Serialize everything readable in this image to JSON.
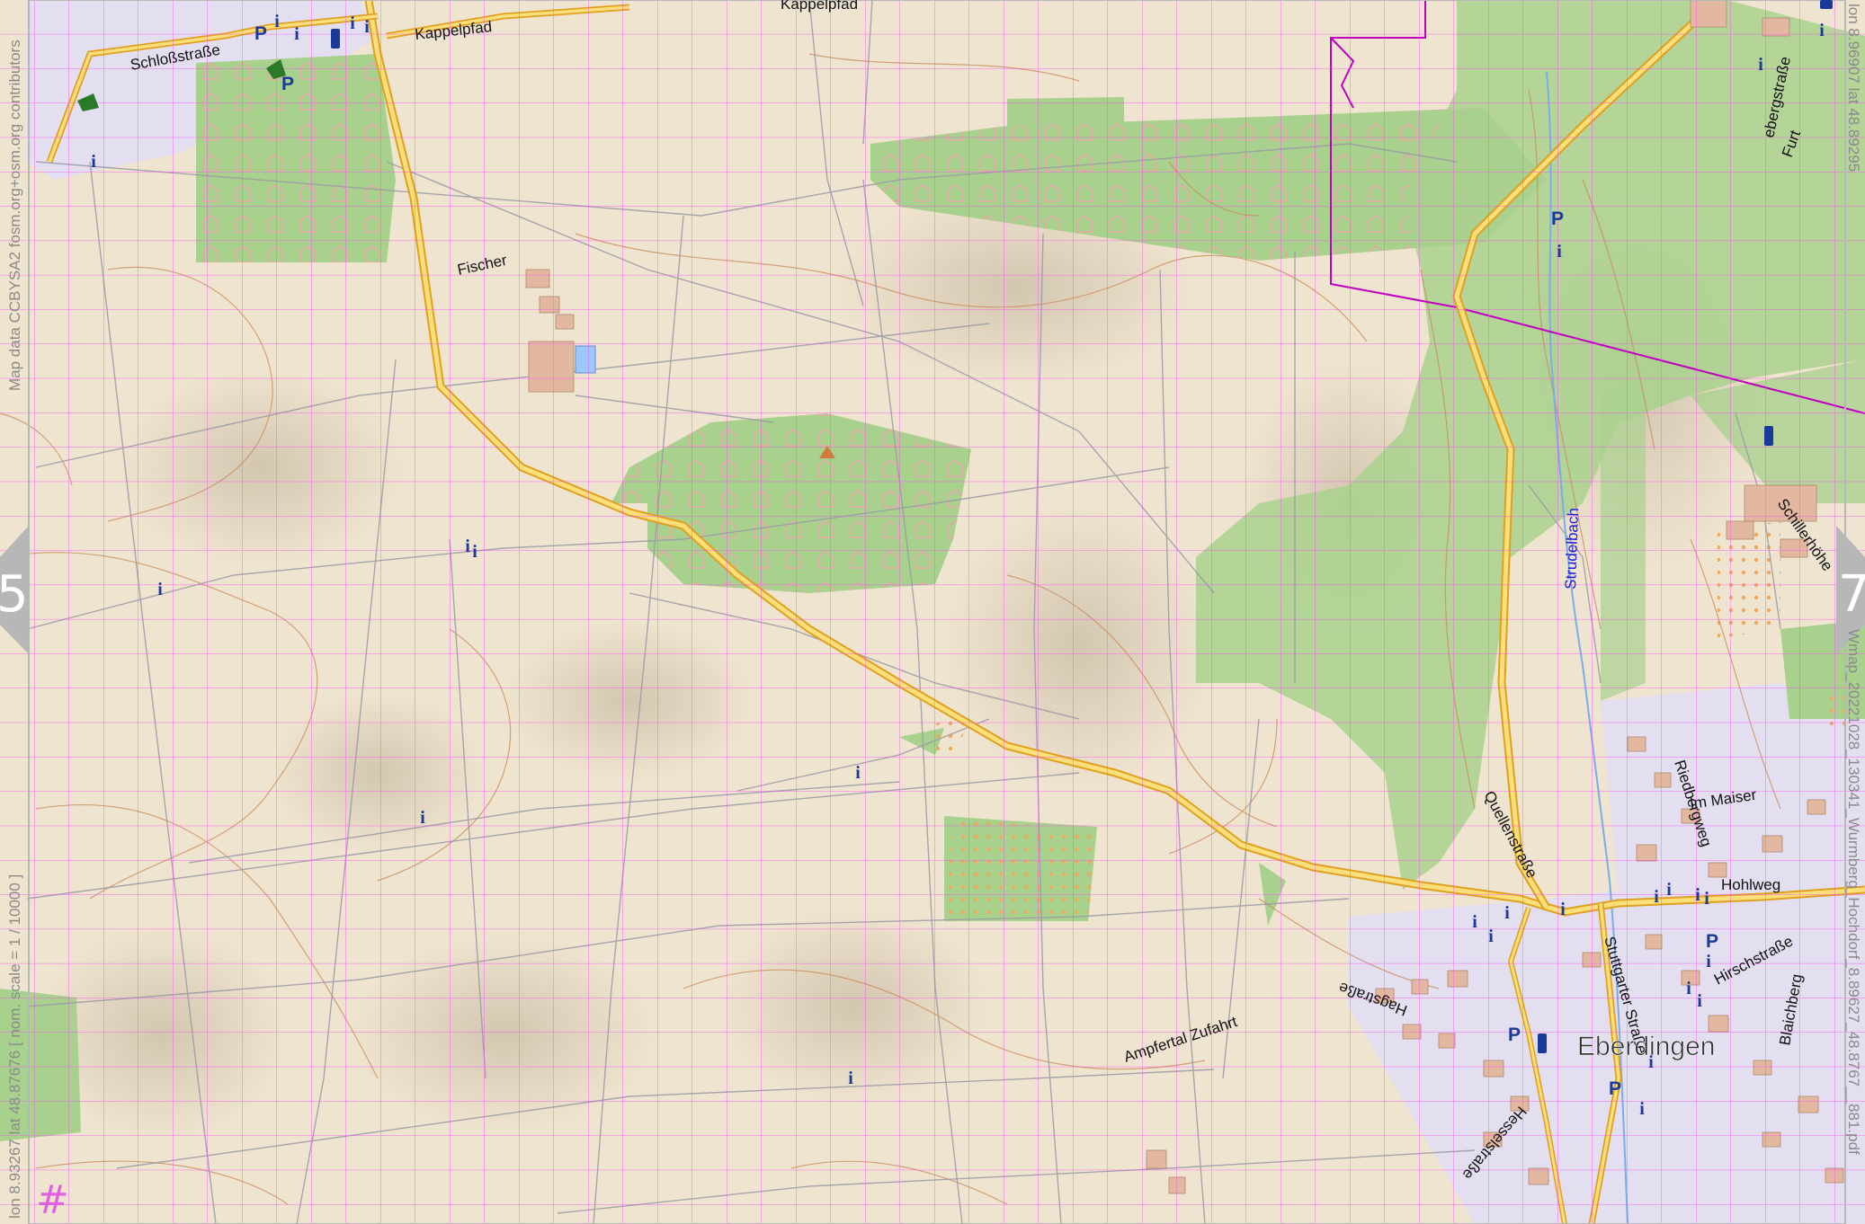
{
  "map": {
    "colors": {
      "farmland": "#efe4cf",
      "forest": "#a9d18e",
      "residential": "#e2dcef",
      "road_primary": "#f7c84b",
      "road_outline": "#e0a020",
      "track": "#9a9aa6",
      "contour": "#c88a5a",
      "grid": "#ff3cff",
      "boundary": "#c000c0",
      "poi": "#1a3a9a",
      "water": "#9ac8ff",
      "page_edge": "#b7b7b7"
    },
    "streets": {
      "schlossstrasse": "Schloßstraße",
      "kappelpfad": "Kappelpfad",
      "kappelpfad_top": "Kappelpfad",
      "fischer": "Fischer",
      "ampfertal": "Ampfertal Zufahrt",
      "hohlweg": "Hohlweg",
      "quellenstrasse": "Quellenstraße",
      "stuttgarter": "Stuttgarter Straße",
      "hagstrasse": "Hagstraße",
      "hesselstrasse": "Hesselstraße",
      "hirschstrasse": "Hirschstraße",
      "blaichberg": "Blaichberg",
      "schillerhoehe": "Schillerhöhe",
      "im_maiser": "Im Maiser",
      "riedbergweg": "Riedbergweg",
      "ebergstrasse": "ebergstraße",
      "furt": "Furt"
    },
    "water_labels": {
      "strudelbach": "Strudelbach"
    },
    "places": {
      "eberdingen": "Eberdingen"
    },
    "page_nav": {
      "left_page": "5",
      "right_page": "7"
    },
    "side_texts": {
      "left_top": "Map data CCBYSA2 fosm.org+osm.org contributors",
      "left_bottom": "lon 8.93267 lat 48.87676 [ nom. scale = 1 / 10000 ]",
      "right_top": "lon 8.96907 lat 48.89295",
      "right_bottom": "Wmap_20221028_130341_Wurmberg_Hochdorf_8.89627_48.8767__881.pdf"
    },
    "corner_mark": "#",
    "poi_glyphs": {
      "info": "i",
      "parking": "P"
    }
  }
}
